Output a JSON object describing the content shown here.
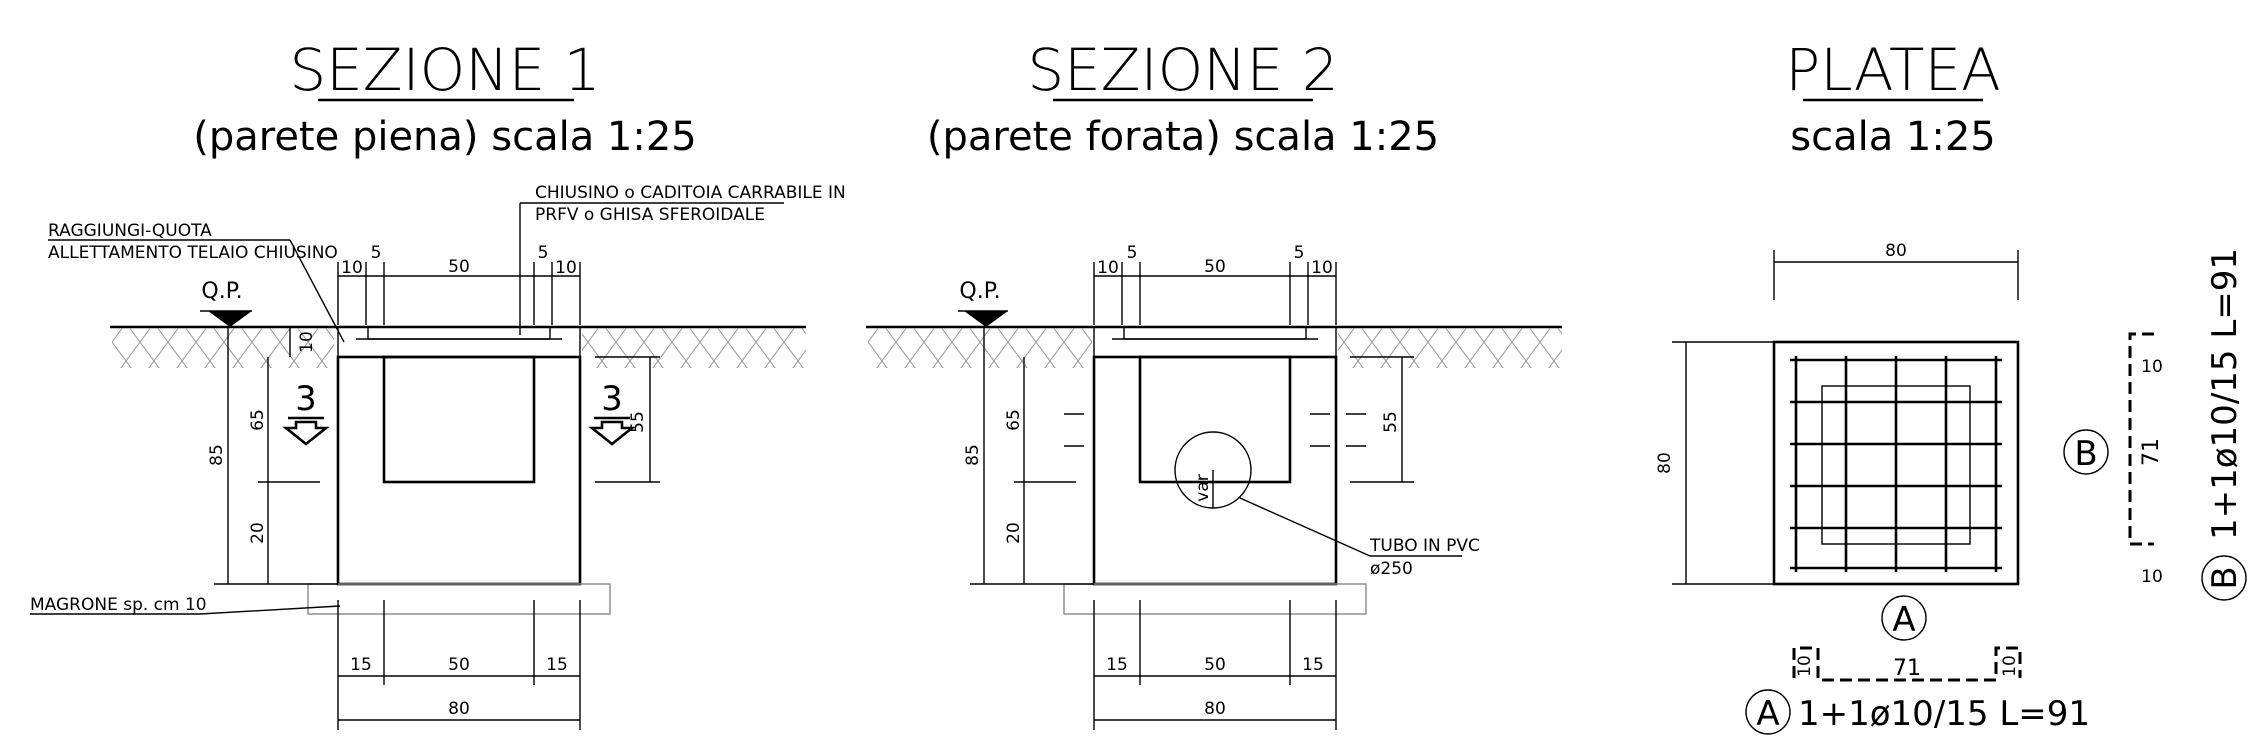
{
  "sezione1": {
    "title": "SEZIONE 1",
    "subtitle": "(parete piena) scala 1:25",
    "note_chiusino_1": "CHIUSINO o CADITOIA CARRABILE IN",
    "note_chiusino_2": "PRFV o GHISA SFEROIDALE",
    "note_raggiungi_1": "RAGGIUNGI-QUOTA",
    "note_raggiungi_2": "ALLETTAMENTO TELAIO CHIUSINO",
    "note_magrone": "MAGRONE sp. cm 10",
    "qp": "Q.P.",
    "section_mark": "3",
    "dim_top": [
      "10",
      "5",
      "50",
      "5",
      "10"
    ],
    "dim_10": "10",
    "dim_85": "85",
    "dim_65": "65",
    "dim_20": "20",
    "dim_55": "55",
    "dim_bottom": [
      "15",
      "50",
      "15"
    ],
    "dim_total": "80"
  },
  "sezione2": {
    "title": "SEZIONE 2",
    "subtitle": "(parete forata) scala 1:25",
    "qp": "Q.P.",
    "dim_top": [
      "10",
      "5",
      "50",
      "5",
      "10"
    ],
    "dim_85": "85",
    "dim_65": "65",
    "dim_20": "20",
    "dim_55": "55",
    "var": "var",
    "tubo_1": "TUBO IN PVC",
    "tubo_2": "ø250",
    "dim_bottom": [
      "15",
      "50",
      "15"
    ],
    "dim_total": "80"
  },
  "platea": {
    "title": "PLATEA",
    "subtitle": "scala 1:25",
    "dim_top": "80",
    "dim_side": "80",
    "label_a": "A",
    "label_b": "B",
    "bar_a_dims": [
      "10",
      "71",
      "10"
    ],
    "bar_b_dims": [
      "10",
      "71",
      "10"
    ],
    "rebar_a": "1+1ø10/15  L=91",
    "rebar_b": "1+1ø10/15  L=91"
  }
}
